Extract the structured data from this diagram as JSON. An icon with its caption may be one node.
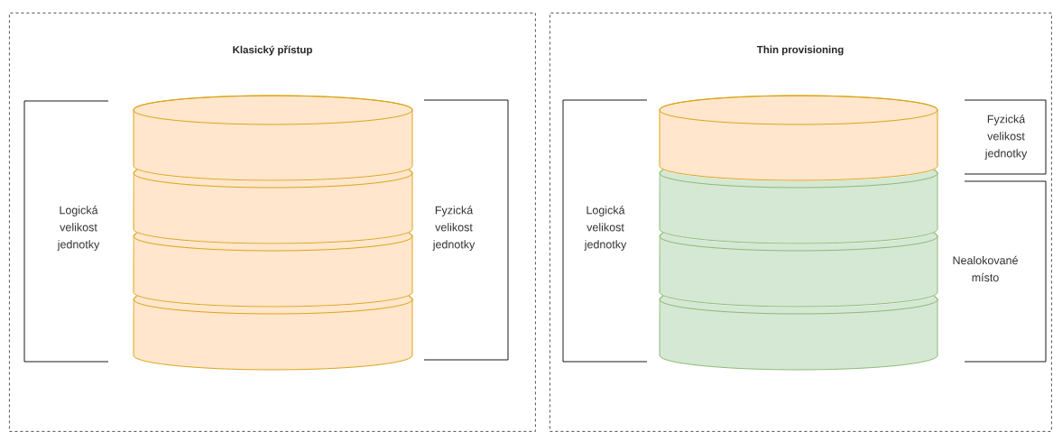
{
  "diagram": {
    "nodes": [
      {
        "text": [
          "Klasický přístup"
        ]
      },
      {
        "text": [],
        "shape": "cylinder",
        "in": 0
      },
      {
        "text": [],
        "shape": "cylinder",
        "in": 0
      },
      {
        "text": [],
        "shape": "cylinder",
        "in": 0
      },
      {
        "text": [],
        "shape": "cylinder",
        "in": 0
      },
      {
        "text": [
          "Thin provisioning"
        ]
      },
      {
        "text": [],
        "shape": "cylinder",
        "in": 5
      },
      {
        "text": [],
        "shape": "cylinder",
        "in": 5
      },
      {
        "text": [],
        "shape": "cylinder",
        "in": 5
      },
      {
        "text": [],
        "shape": "cylinder",
        "in": 5
      }
    ],
    "labels": [
      "Logická velikost jednotky",
      "Fyzická velikost jednotky",
      "Logická velikost jednotky",
      "Fyzická velikost jednotky",
      "Nealokované místo"
    ]
  }
}
